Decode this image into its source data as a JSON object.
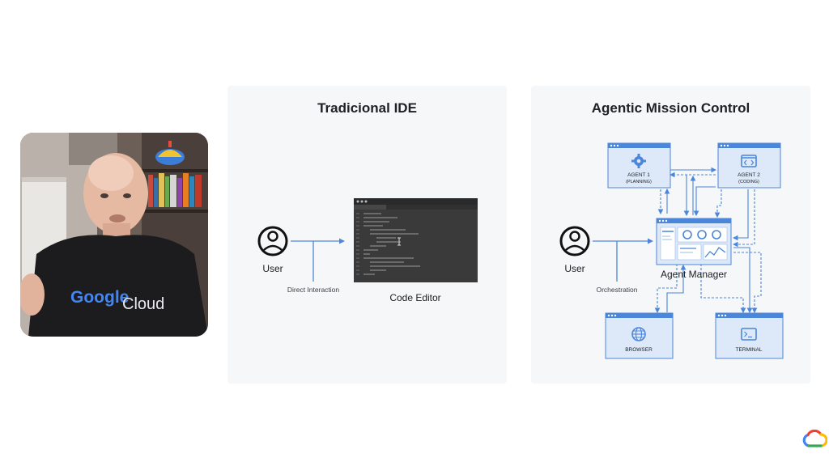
{
  "left_panel": {
    "title": "Tradicional IDE",
    "user_label": "User",
    "edge_label": "Direct Interaction",
    "editor_label": "Code Editor"
  },
  "right_panel": {
    "title": "Agentic Mission Control",
    "user_label": "User",
    "edge_label": "Orchestration",
    "manager_label": "Agent Manager",
    "agent1_line1": "AGENT 1",
    "agent1_line2": "(PLANNING)",
    "agent2_line1": "AGENT 2",
    "agent2_line2": "(CODING)",
    "browser_label": "BROWSER",
    "terminal_label": "TERMINAL"
  },
  "video": {
    "shirt_text_1": "Google",
    "shirt_text_2": "Cloud"
  },
  "colors": {
    "accent_blue": "#4a86d9",
    "box_fill": "#dde9f8",
    "box_header": "#4a86d9",
    "editor_bg": "#3c3c3c"
  }
}
